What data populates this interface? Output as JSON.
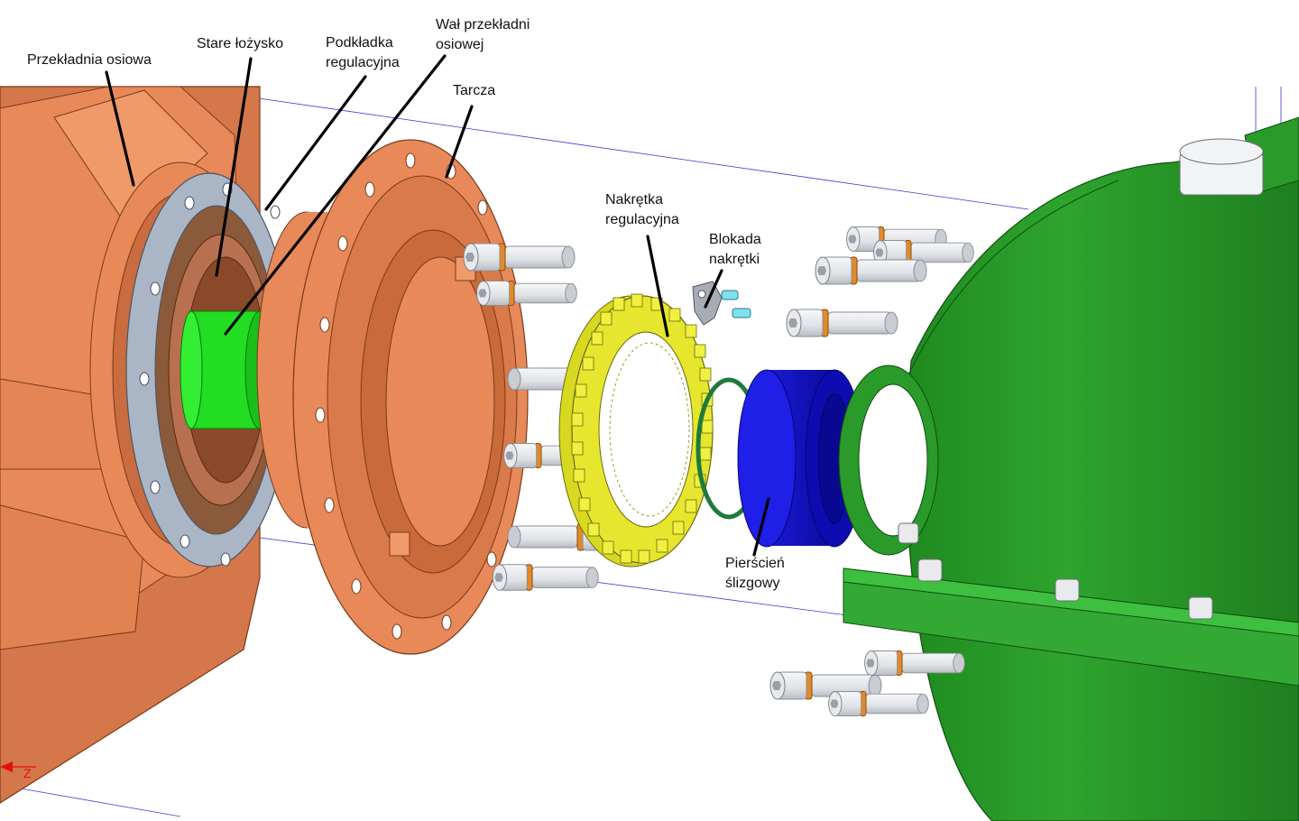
{
  "labels": {
    "gearbox": "Przekładnia osiowa",
    "old_bearing": "Stare łożysko",
    "shim": [
      "Podkładka",
      "regulacyjna"
    ],
    "shaft": [
      "Wał przekładni",
      "osiowej"
    ],
    "disc": "Tarcza",
    "adjust_nut": [
      "Nakrętka",
      "regulacyjna"
    ],
    "nut_lock": [
      "Blokada",
      "nakrętki"
    ],
    "slip_ring": [
      "Pierścień",
      "ślizgowy"
    ]
  },
  "colors": {
    "gearbox": "#e8895a",
    "shim": "#aab6c6",
    "shaft": "#22dd22",
    "disc": "#e8895a",
    "adjust_nut": "#e6e62e",
    "slip_ring": "#1a1ae0",
    "o_ring": "#1f7a3c",
    "housing": "#2a9a2a",
    "bolt": "#e4e6ea",
    "washer": "#e08a2a",
    "axis_z": "#e01010"
  },
  "axis": {
    "z_label": "Z"
  }
}
